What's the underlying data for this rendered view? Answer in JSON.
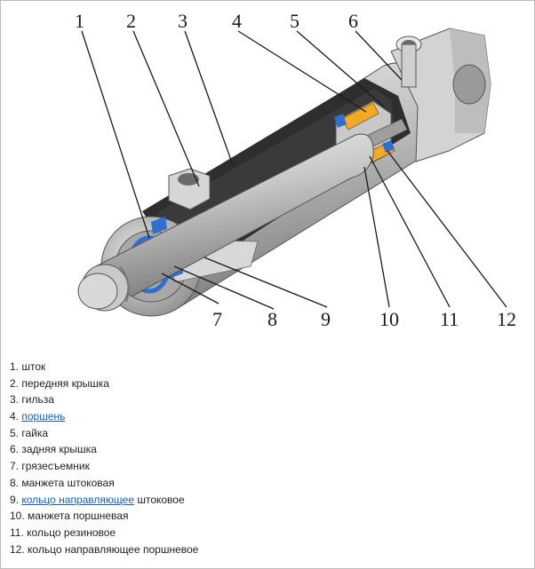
{
  "colors": {
    "metal_light": "#e6e6e6",
    "metal_mid": "#b5b5b5",
    "metal_dark": "#6f6f6f",
    "cavity": "#2e2e2e",
    "seal_blue": "#2e6fd0",
    "piston_orange": "#f2a928",
    "link": "#1a5fb4"
  },
  "callouts": [
    "1",
    "2",
    "3",
    "4",
    "5",
    "6",
    "7",
    "8",
    "9",
    "10",
    "11",
    "12"
  ],
  "legend": [
    {
      "num": "1.",
      "parts": [
        {
          "text": "шток"
        }
      ]
    },
    {
      "num": "2.",
      "parts": [
        {
          "text": "передняя крышка"
        }
      ]
    },
    {
      "num": "3.",
      "parts": [
        {
          "text": "гильза"
        }
      ]
    },
    {
      "num": "4.",
      "parts": [
        {
          "text": "поршень",
          "link": true
        }
      ]
    },
    {
      "num": "5.",
      "parts": [
        {
          "text": "гайка"
        }
      ]
    },
    {
      "num": "6.",
      "parts": [
        {
          "text": "задняя крышка"
        }
      ]
    },
    {
      "num": "7.",
      "parts": [
        {
          "text": "грязесъемник"
        }
      ]
    },
    {
      "num": "8.",
      "parts": [
        {
          "text": "манжета штоковая"
        }
      ]
    },
    {
      "num": "9.",
      "parts": [
        {
          "text": "кольцо направляющее",
          "link": true
        },
        {
          "text": " штоковое"
        }
      ]
    },
    {
      "num": "10.",
      "parts": [
        {
          "text": "манжета поршневая"
        }
      ]
    },
    {
      "num": "11.",
      "parts": [
        {
          "text": "кольцо резиновое"
        }
      ]
    },
    {
      "num": "12.",
      "parts": [
        {
          "text": "кольцо направляющее поршневое"
        }
      ]
    }
  ]
}
